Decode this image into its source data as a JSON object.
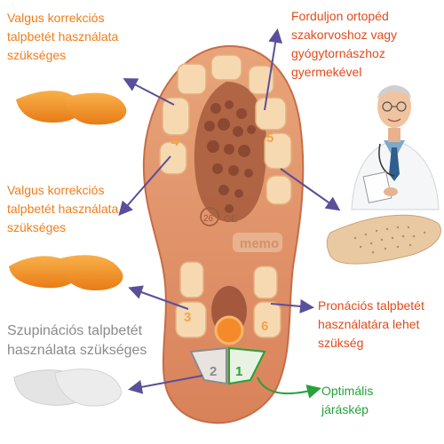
{
  "labels": {
    "valgus_top": "Valgus korrekciós\ntalpbetét használata\nszükséges",
    "valgus_mid": "Valgus korrekciós\ntalpbetét használata\nszükséges",
    "supination": "Szupinációs talpbetét\nhasználata szükséges",
    "orthopedic": "Forduljon ortopéd\nszakorvoshoz vagy\ngyógytornászhoz\ngyermekével",
    "pronation": "Pronációs talpbetét\nhasználatára lehet\nszükség",
    "optimal": "Optimális\njáráskép"
  },
  "sole": {
    "zones": [
      "1",
      "2",
      "3",
      "4",
      "5",
      "6"
    ],
    "size_mark": "26",
    "brand": "memo"
  },
  "colors": {
    "orange_text": "#f07d1a",
    "red_text": "#e04b1b",
    "grey_text": "#8b8b8b",
    "green_text": "#27a13a",
    "arrow": "#5a4f9a",
    "sole": "#e59a70",
    "sole_dark": "#c9724d",
    "pad": "#f6d9b0",
    "insert_orange": "#f39a2b",
    "insert_grey": "#e3e3e3",
    "insert_tan": "#e8c9a2"
  },
  "icons": [
    "doctor-portrait",
    "orange-insoles",
    "grey-insole",
    "tan-insole"
  ]
}
